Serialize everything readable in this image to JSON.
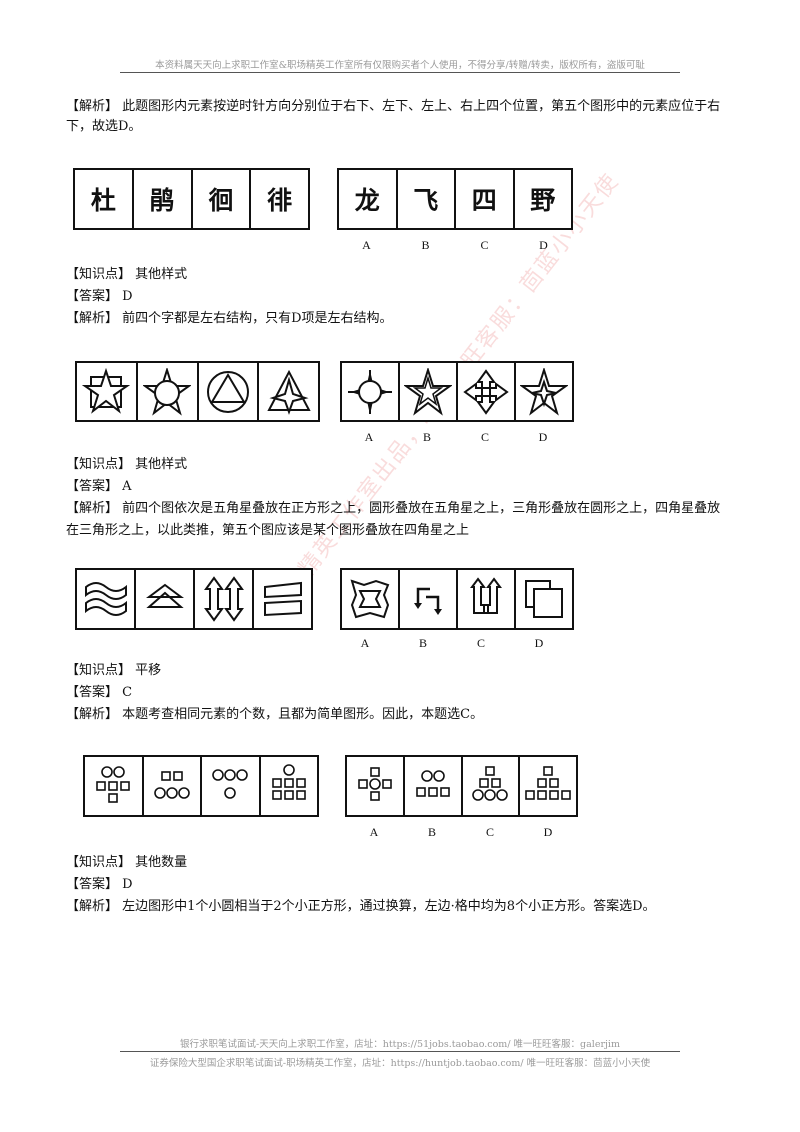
{
  "header": {
    "notice": "本资料属天天向上求职工作室&职场精英工作室所有仅限购买者个人使用，不得分享/转赠/转卖，版权所有，盗版可耻"
  },
  "intro": {
    "jiexi": "【解析】 此题图形内元素按逆时针方向分别位于右下、左下、左上、右上四个位置，第五个图形中的元素应位于右下，故选D。"
  },
  "q1": {
    "stem_chars": [
      "杜",
      "鹃",
      "徊",
      "徘"
    ],
    "option_chars": [
      "龙",
      "飞",
      "四",
      "野"
    ],
    "option_labels": [
      "A",
      "B",
      "C",
      "D"
    ],
    "zhishidian": "【知识点】 其他样式",
    "daan": "【答案】 D",
    "jiexi": "【解析】 前四个字都是左右结构，只有D项是左右结构。"
  },
  "q2": {
    "option_labels": [
      "A",
      "B",
      "C",
      "D"
    ],
    "zhishidian": "【知识点】 其他样式",
    "daan": "【答案】 A",
    "jiexi_1": "【解析】 前四个图依次是五角星叠放在正方形之上，圆形叠放在五角星之上，三角形叠放在圆形之上，四角星叠放",
    "jiexi_2": "在三角形之上，以此类推，第五个图应该是某个图形叠放在四角星之上"
  },
  "q3": {
    "option_labels": [
      "A",
      "B",
      "C",
      "D"
    ],
    "zhishidian": "【知识点】 平移",
    "daan": "【答案】 C",
    "jiexi": "【解析】 本题考查相同元素的个数，且都为简单图形。因此，本题选C。"
  },
  "q4": {
    "option_labels": [
      "A",
      "B",
      "C",
      "D"
    ],
    "zhishidian": "【知识点】 其他数量",
    "daan": "【答案】 D",
    "jiexi": "【解析】 左边图形中1个小圆相当于2个小正方形，通过换算，左边·格中均为8个小正方形。答案选D。"
  },
  "footer": {
    "line1": "银行求职笔试面试-天天向上求职工作室，店址：https://51jobs.taobao.com/ 唯一旺旺客服：galerjim",
    "line2": "证券保险大型国企求职笔试面试-职场精英工作室，店址：https://huntjob.taobao.com/ 唯一旺旺客服：茴蓝小小天使"
  },
  "watermark": {
    "text": "职场精英工作室出品，唯一旺旺客服：茴蓝小小天使"
  }
}
